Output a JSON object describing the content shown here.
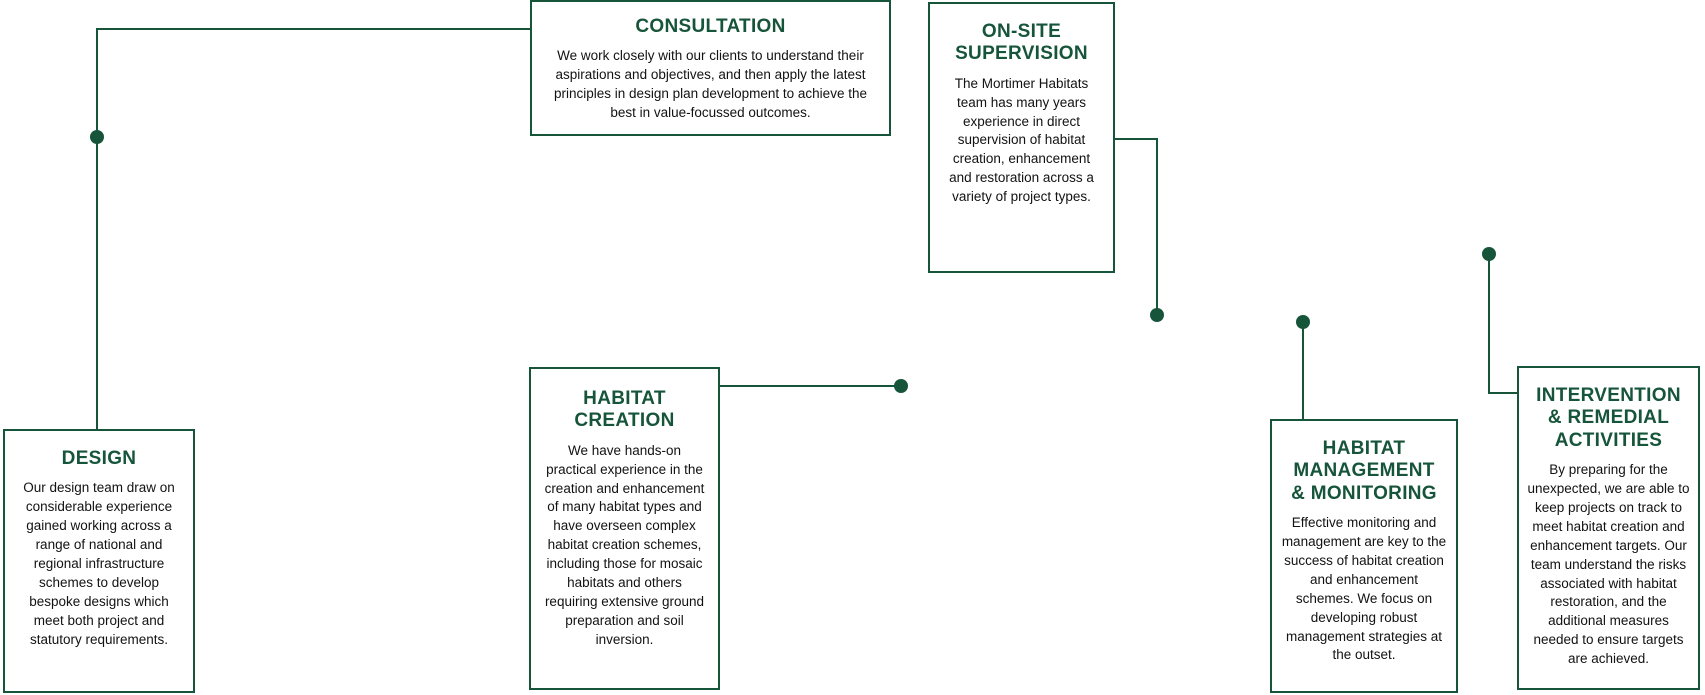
{
  "theme": {
    "accent_green": "#17553b",
    "body_text": "#121212",
    "background": "#ffffff"
  },
  "nodes": [
    {
      "id": "consultation",
      "title": "CONSULTATION",
      "body": "We work closely with our clients to understand their aspirations and objectives, and then apply the latest principles in design plan development to achieve the best in value-focussed outcomes."
    },
    {
      "id": "onsite",
      "title": "ON-SITE\nSUPERVISION",
      "body": "The Mortimer Habitats team has many years experience in direct supervision of habitat creation, enhancement and restoration across a variety of project types."
    },
    {
      "id": "design",
      "title": "DESIGN",
      "body": "Our design team draw on considerable experience gained working across a range of national and regional infrastructure schemes to develop bespoke designs which meet both project and statutory requirements."
    },
    {
      "id": "habitat_creation",
      "title": "HABITAT\nCREATION",
      "body": "We have hands-on practical experience in the creation and enhancement of many habitat types and have overseen complex habitat creation schemes, including those for mosaic habitats and others requiring extensive ground preparation and soil inversion."
    },
    {
      "id": "habitat_mgmt",
      "title": "HABITAT\nMANAGEMENT\n& MONITORING",
      "body": "Effective monitoring and management are key to the success of habitat creation and enhancement schemes. We focus on developing robust management strategies at the outset."
    },
    {
      "id": "intervention",
      "title": "INTERVENTION\n& REMEDIAL\nACTIVITIES",
      "body": "By preparing for the unexpected, we are able to keep projects on track to meet habitat creation and enhancement targets. Our team understand the risks associated with habitat restoration, and the additional measures needed to ensure targets are achieved."
    }
  ]
}
